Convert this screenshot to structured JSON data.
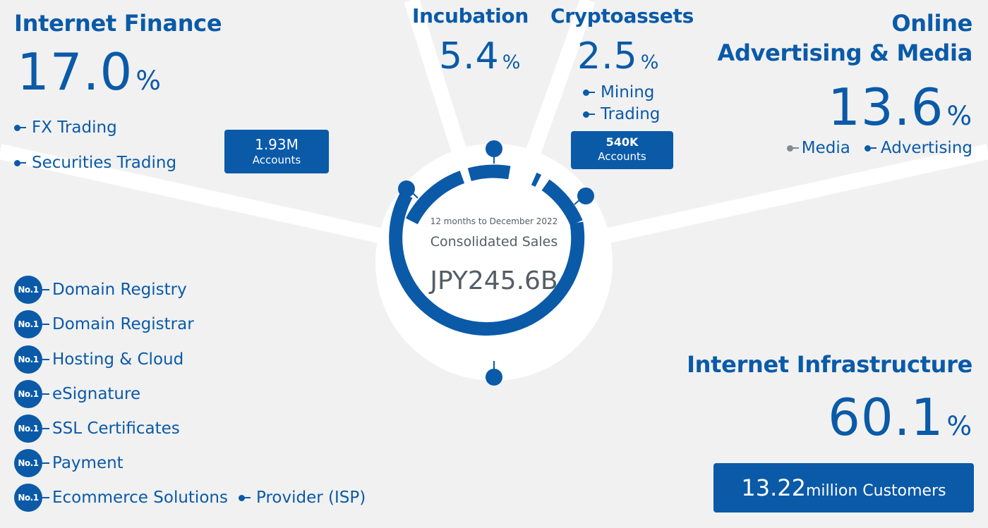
{
  "colors": {
    "brand": "#0a5aa8",
    "background": "#f1f1f1",
    "text_grey": "#555d66",
    "spoke": "#ffffff"
  },
  "center": {
    "period": "12 months to December 2022",
    "label": "Consolidated Sales",
    "value": "JPY245.6B"
  },
  "segments": {
    "internet_finance": {
      "title": "Internet Finance",
      "share": "17.0",
      "unit": "%",
      "items": [
        "FX Trading",
        "Securities Trading"
      ],
      "accounts_value": "1.93M",
      "accounts_label": "Accounts"
    },
    "incubation": {
      "title": "Incubation",
      "share": "5.4",
      "unit": "%"
    },
    "cryptoassets": {
      "title": "Cryptoassets",
      "share": "2.5",
      "unit": "%",
      "items": [
        "Mining",
        "Trading"
      ],
      "accounts_value": "540K",
      "accounts_label": "Accounts"
    },
    "online_advertising": {
      "title_line1": "Online",
      "title_line2": "Advertising & Media",
      "share": "13.6",
      "unit": "%",
      "items": [
        "Media",
        "Advertising"
      ]
    },
    "internet_infrastructure": {
      "title": "Internet Infrastructure",
      "share": "60.1",
      "unit": "%",
      "customers_value": "13.22",
      "customers_label": "million Customers",
      "badge": "No.1",
      "rankings": [
        "Domain Registry",
        "Domain Registrar",
        "Hosting & Cloud",
        "eSignature",
        "SSL Certificates",
        "Payment",
        "Ecommerce Solutions"
      ],
      "extra_item": "Provider (ISP)"
    }
  }
}
